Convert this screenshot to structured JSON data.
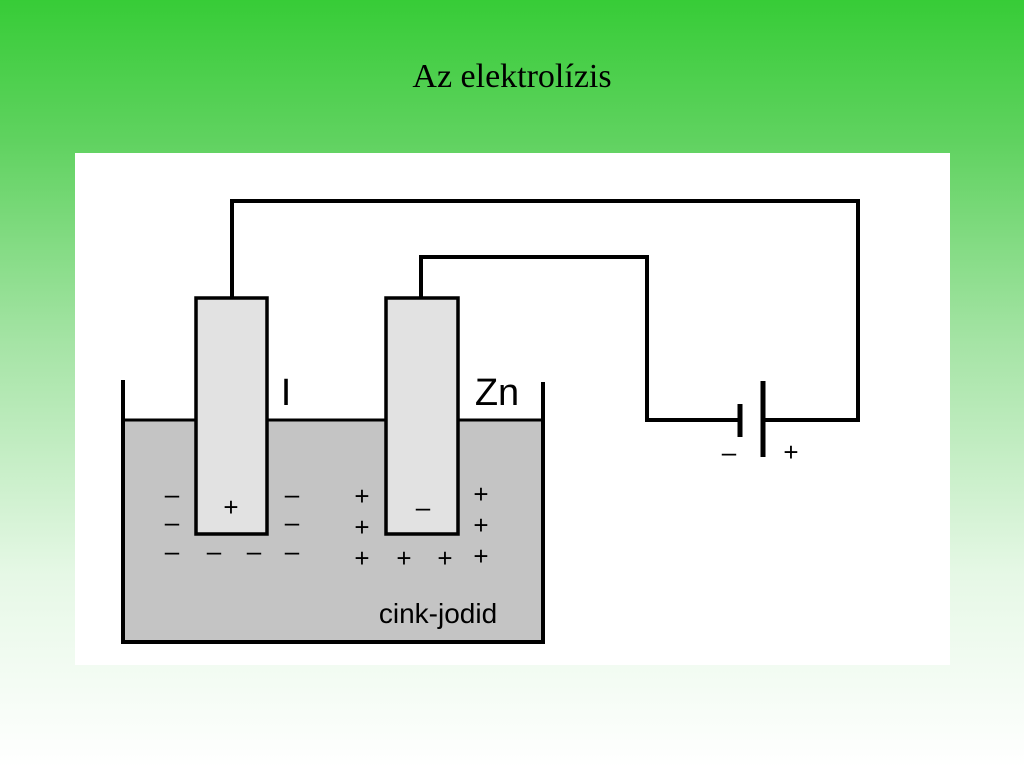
{
  "slide": {
    "title": "Az elektrolízis"
  },
  "diagram": {
    "electrode_left_label": "I",
    "electrode_right_label": "Zn",
    "electrolyte_label": "cink-jodid",
    "electrode_left_sign": "+",
    "electrode_right_sign": "–",
    "battery_negative": "–",
    "battery_positive": "+",
    "ion_negative": "–",
    "ion_positive": "+"
  }
}
